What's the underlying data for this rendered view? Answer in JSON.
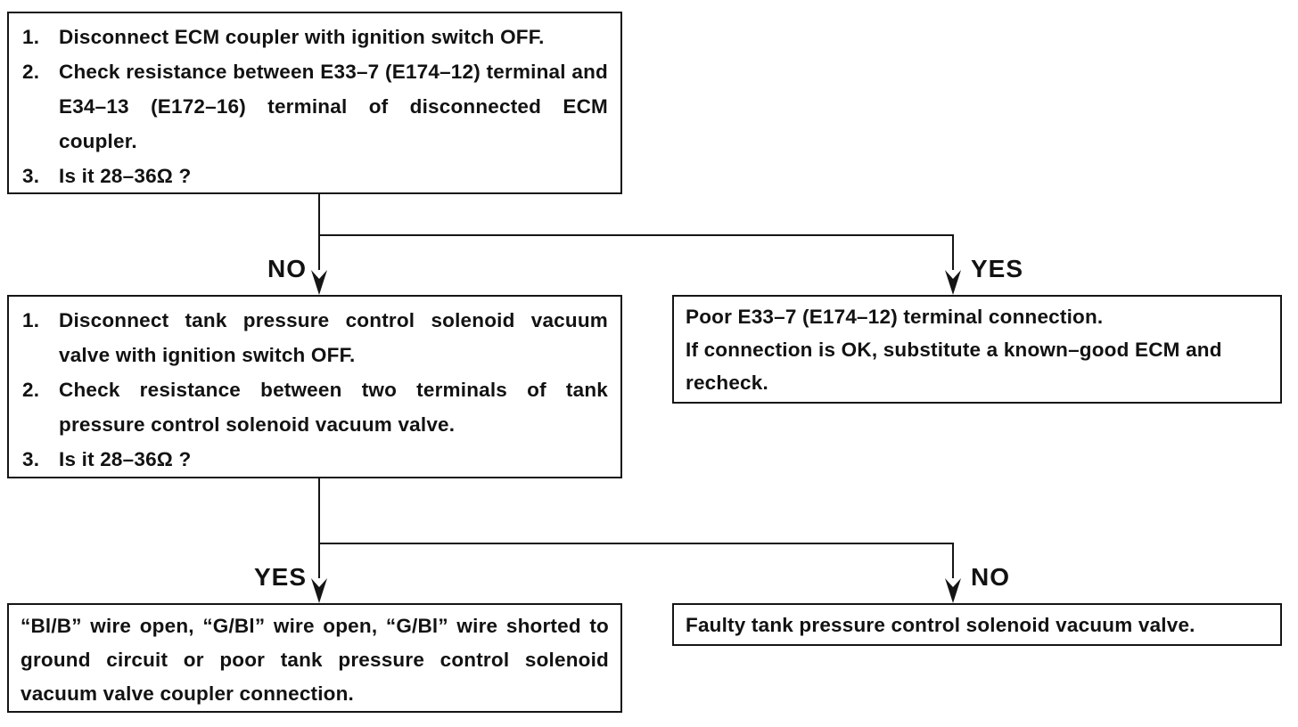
{
  "diagram": {
    "type": "flowchart",
    "colors": {
      "background": "#ffffff",
      "ink": "#151515"
    },
    "boxes": {
      "step1": {
        "items": [
          {
            "num": "1.",
            "text": "Disconnect ECM coupler with ignition switch OFF."
          },
          {
            "num": "2.",
            "text": "Check resistance between E33–7 (E174–12) terminal and E34–13 (E172–16) terminal of disconnected ECM coupler."
          },
          {
            "num": "3.",
            "text": "Is it 28–36Ω ?"
          }
        ]
      },
      "step2": {
        "items": [
          {
            "num": "1.",
            "text": "Disconnect tank pressure control solenoid vacuum valve with ignition switch OFF."
          },
          {
            "num": "2.",
            "text": "Check resistance between two terminals of tank pressure control solenoid vacuum valve."
          },
          {
            "num": "3.",
            "text": "Is it 28–36Ω ?"
          }
        ]
      },
      "step1_yes_result": {
        "lines": [
          "Poor E33–7 (E174–12) terminal connection.",
          "If connection is OK, substitute a known–good ECM and recheck."
        ]
      },
      "step2_yes_result": {
        "text": "“Bl/B” wire open, “G/Bl” wire open, “G/Bl” wire shorted to ground circuit or poor tank pressure control solenoid vacuum valve coupler connection."
      },
      "step2_no_result": {
        "text": "Faulty tank pressure control solenoid vacuum valve."
      }
    },
    "branches": {
      "branch1": {
        "left_label": "NO",
        "right_label": "YES"
      },
      "branch2": {
        "left_label": "YES",
        "right_label": "NO"
      }
    }
  }
}
